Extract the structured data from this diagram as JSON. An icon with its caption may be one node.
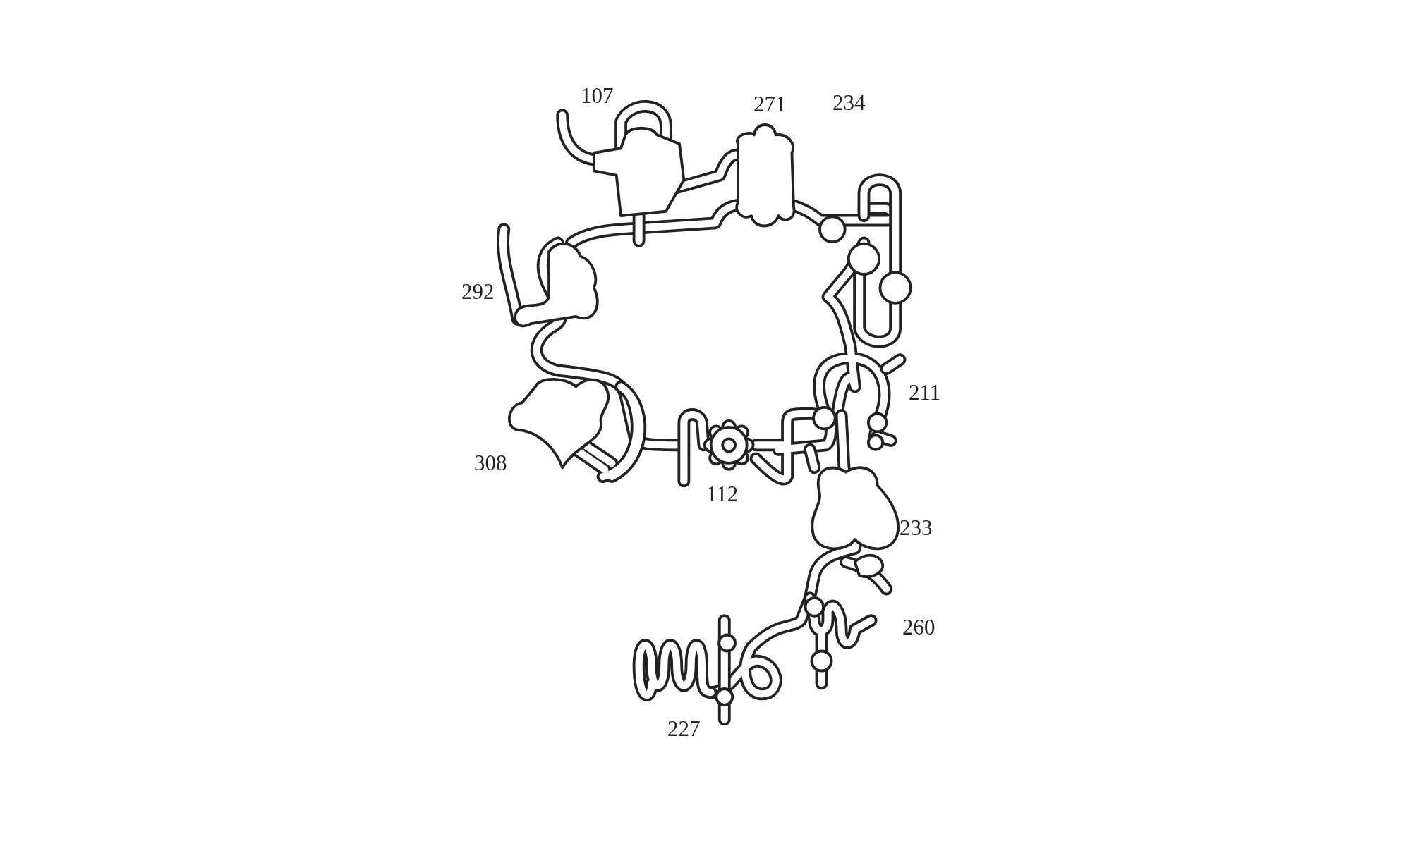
{
  "diagram": {
    "labels": [
      "107",
      "271",
      "234",
      "292",
      "211",
      "308",
      "112",
      "233",
      "260",
      "227"
    ]
  }
}
